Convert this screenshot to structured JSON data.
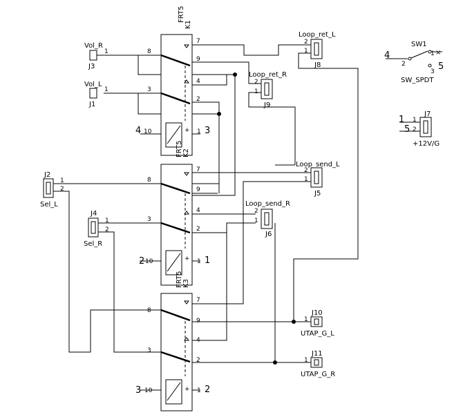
{
  "relays": [
    {
      "ref": "K1",
      "value": "FRT5",
      "pins": {
        "p7": "7",
        "p8": "8",
        "p9": "9",
        "p4": "4",
        "p3": "3",
        "p2": "2"
      }
    },
    {
      "ref": "K2",
      "value": "FRT5",
      "pins": {
        "p7": "7",
        "p8": "8",
        "p9": "9",
        "p4": "4",
        "p3": "3",
        "p2": "2"
      }
    },
    {
      "ref": "K3",
      "value": "FRT5",
      "pins": {
        "p7": "7",
        "p8": "8",
        "p9": "9",
        "p4": "4",
        "p3": "3",
        "p2": "2"
      }
    }
  ],
  "coils": [
    {
      "left_pin": "10",
      "left_net": "4",
      "right_pin": "1",
      "right_net": "3",
      "plus": "+"
    },
    {
      "left_pin": "10",
      "left_net": "2",
      "right_pin": "1",
      "right_net": "1",
      "plus": "+"
    },
    {
      "left_pin": "10",
      "left_net": "3",
      "right_pin": "1",
      "right_net": "2",
      "plus": "+"
    }
  ],
  "connectors": {
    "J1": {
      "ref": "J1",
      "value": "Vol_L",
      "pin1": "1"
    },
    "J2": {
      "ref": "J2",
      "value": "Sel_L",
      "pin1": "1",
      "pin2": "2"
    },
    "J3": {
      "ref": "J3",
      "value": "Vol_R",
      "pin1": "1"
    },
    "J4": {
      "ref": "J4",
      "value": "Sel_R",
      "pin1": "1",
      "pin2": "2"
    },
    "J5": {
      "ref": "J5",
      "value": "Loop_send_L",
      "pin1": "1",
      "pin2": "2"
    },
    "J6": {
      "ref": "J6",
      "value": "Loop_send_R",
      "pin1": "1",
      "pin2": "2"
    },
    "J7": {
      "ref": "J7",
      "value": "+12V/G",
      "pin1": "1",
      "pin2": "2",
      "net1": "1",
      "net2": "5"
    },
    "J8": {
      "ref": "J8",
      "value": "Loop_ret_L",
      "pin1": "1",
      "pin2": "2"
    },
    "J9": {
      "ref": "J9",
      "value": "Loop_ret_R",
      "pin1": "1",
      "pin2": "2"
    },
    "J10": {
      "ref": "J10",
      "value": "UTAP_G_L",
      "pin1": "1"
    },
    "J11": {
      "ref": "J11",
      "value": "UTAP_G_R",
      "pin1": "1"
    }
  },
  "switch": {
    "ref": "SW1",
    "value": "SW_SPDT",
    "pin1": "1",
    "pin2": "2",
    "pin3": "3",
    "net_in": "4",
    "net_out": "5",
    "nc_mark": "×"
  }
}
